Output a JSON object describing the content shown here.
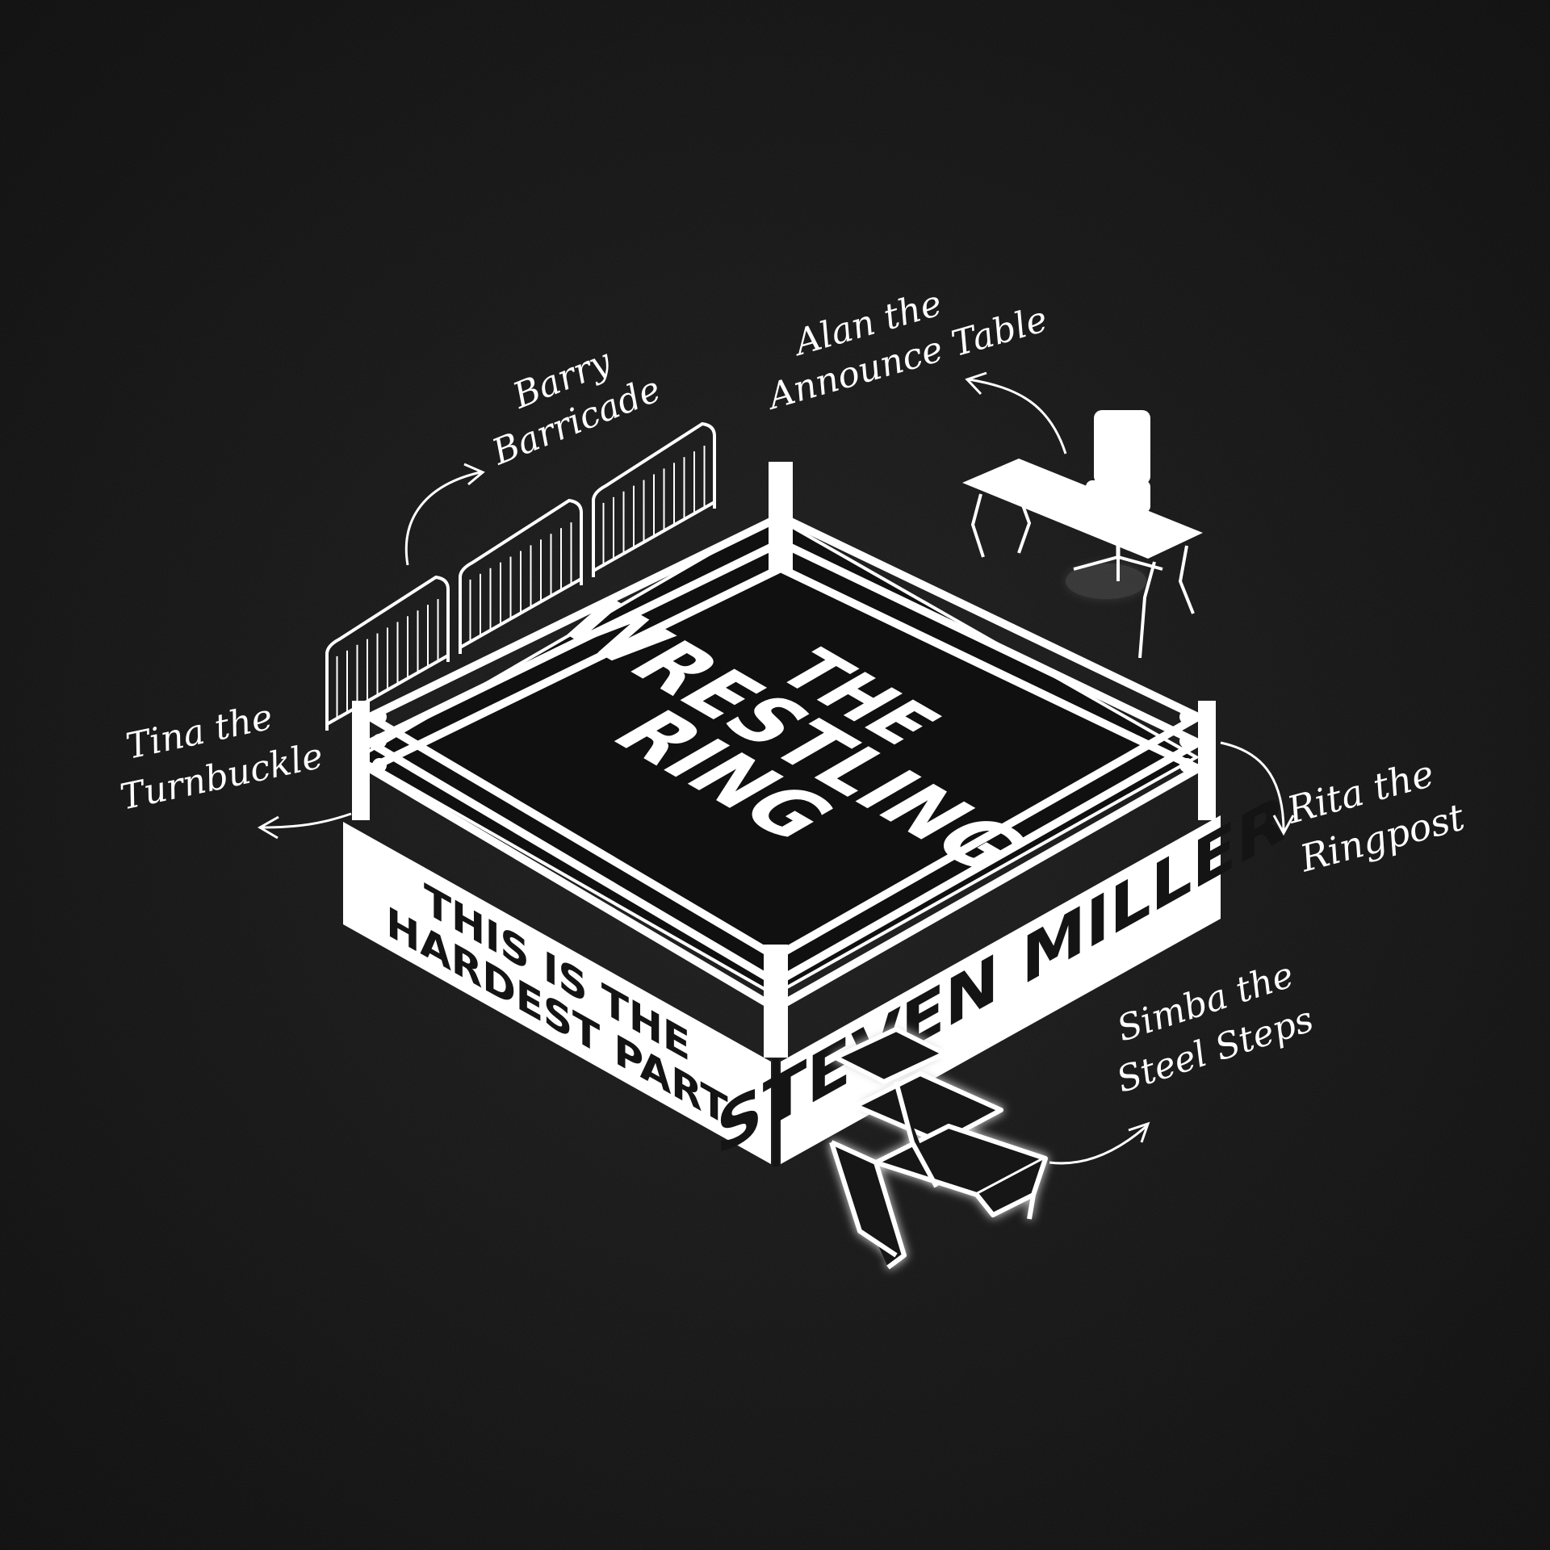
{
  "title": {
    "line1": "THE",
    "line2": "WRESTLING",
    "line3": "RING"
  },
  "apron_left": {
    "line1": "THIS IS THE",
    "line2": "HARDEST PART"
  },
  "apron_right": {
    "text": "STEVEN MILLER"
  },
  "labels": {
    "barricade": {
      "line1": "Barry",
      "line2": "Barricade"
    },
    "announce": {
      "line1": "Alan the",
      "line2": "Announce Table"
    },
    "turnbuckle": {
      "line1": "Tina the",
      "line2": "Turnbuckle"
    },
    "ringpost": {
      "line1": "Rita the",
      "line2": "Ringpost"
    },
    "steps": {
      "line1": "Simba the",
      "line2": "Steel Steps"
    }
  },
  "colors": {
    "background": "#141414",
    "ink": "#ffffff"
  }
}
